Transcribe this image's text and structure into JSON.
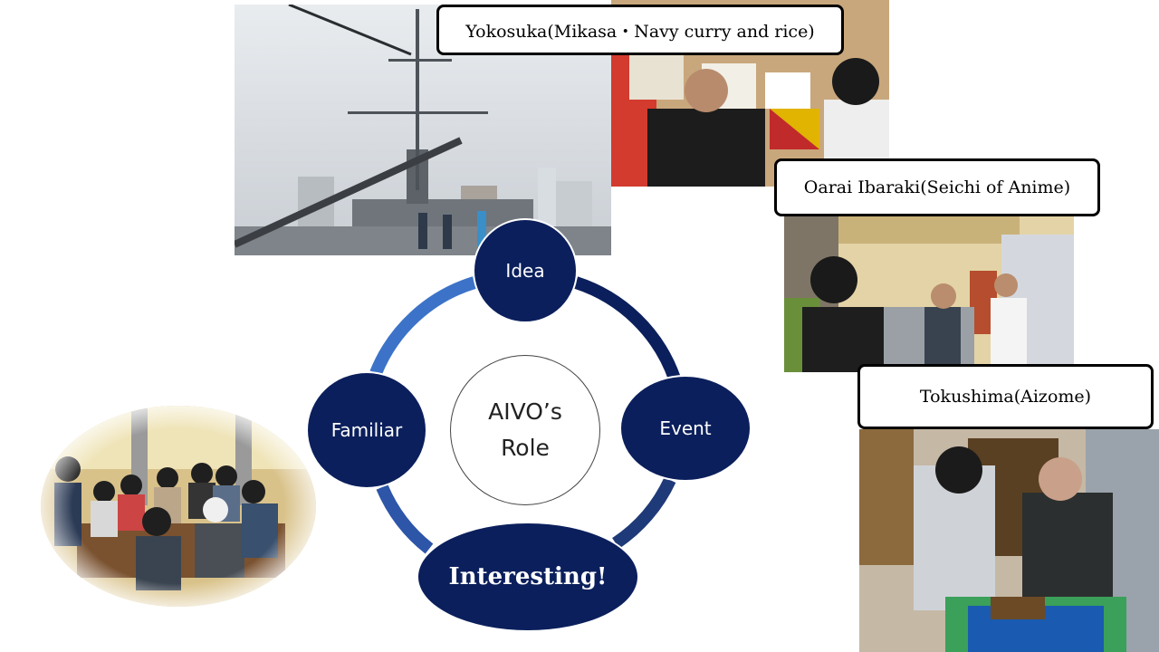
{
  "callouts": {
    "yokosuka": "Yokosuka(Mikasa・Navy curry and rice)",
    "oarai": "Oarai Ibaraki(Seichi of Anime)",
    "tokushima": "Tokushima(Aizome)"
  },
  "cycle": {
    "center_line1": "AIVO’s",
    "center_line2": "Role",
    "nodes": {
      "idea": "Idea",
      "event": "Event",
      "interesting": "Interesting!",
      "familiar": "Familiar"
    }
  },
  "colors": {
    "node_fill": "#0b1f5c",
    "ring_light": "#3c73c8",
    "ring_dark": "#0b1f5c"
  }
}
